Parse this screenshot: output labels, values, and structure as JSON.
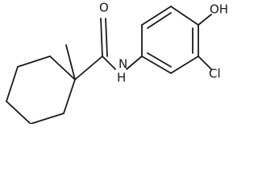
{
  "structure": {
    "atoms": {
      "oxygen_carbonyl": "O",
      "nitrogen_amide": "N",
      "hydrogen_amide": "H",
      "hydroxyl": "OH",
      "chlorine": "Cl"
    }
  }
}
